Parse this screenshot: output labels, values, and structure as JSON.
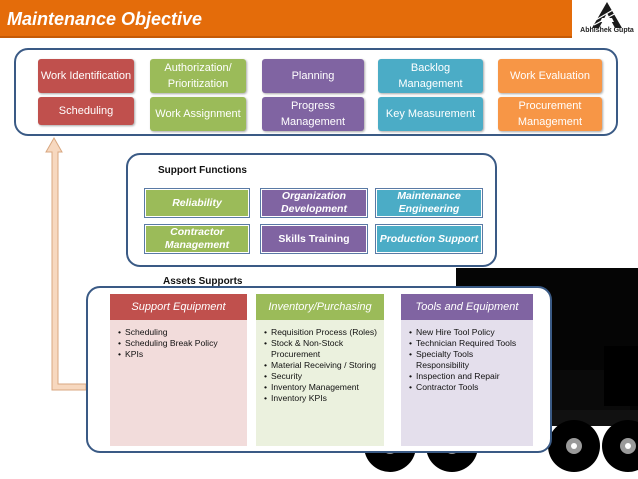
{
  "title": "Maintenance Objective",
  "logo": {
    "text": "Abhishek Gupta"
  },
  "objectives": [
    {
      "label": "Work Identification",
      "color": "red"
    },
    {
      "label": "Authorization/ Prioritization",
      "color": "green"
    },
    {
      "label": "Planning",
      "color": "purple"
    },
    {
      "label": "Backlog Management",
      "color": "blue"
    },
    {
      "label": "Work Evaluation",
      "color": "orange"
    },
    {
      "label": "Scheduling",
      "color": "red"
    },
    {
      "label": "Work Assignment",
      "color": "green"
    },
    {
      "label": "Progress Management",
      "color": "purple"
    },
    {
      "label": "Key Measurement",
      "color": "blue"
    },
    {
      "label": "Procurement Management",
      "color": "orange"
    }
  ],
  "support_functions": {
    "label": "Support Functions",
    "items": [
      {
        "label": "Reliability",
        "color": "green"
      },
      {
        "label": "Organization Development",
        "color": "purple"
      },
      {
        "label": "Maintenance Engineering",
        "color": "blue"
      },
      {
        "label": "Contractor Management",
        "color": "green"
      },
      {
        "label": "Skills Training",
        "color": "purple"
      },
      {
        "label": "Production Support",
        "color": "blue"
      }
    ]
  },
  "assets_supports": {
    "label": "Assets Supports",
    "columns": [
      {
        "heading": "Support Equipment",
        "color": "#c0504d",
        "body_color": "#f2dcdb",
        "items": [
          "Scheduling",
          "Scheduling Break Policy",
          "KPIs"
        ]
      },
      {
        "heading": "Inventory/Purchasing",
        "color": "#9bbb59",
        "body_color": "#ebf1de",
        "items": [
          "Requisition Process (Roles)",
          "Stock & Non-Stock Procurement",
          "Material Receiving / Storing",
          "Security",
          "Inventory Management",
          "Inventory KPIs"
        ]
      },
      {
        "heading": "Tools and Equipment",
        "color": "#8064a2",
        "body_color": "#e4dfec",
        "items": [
          "New Hire Tool Policy",
          "Technician Required Tools",
          "Specialty Tools Responsibility",
          "Inspection and Repair",
          "Contractor Tools"
        ]
      }
    ]
  },
  "colors": {
    "title_bar": "#e46c0a",
    "panel_border": "#3a5a85",
    "arrow": "#f2c9a8"
  }
}
